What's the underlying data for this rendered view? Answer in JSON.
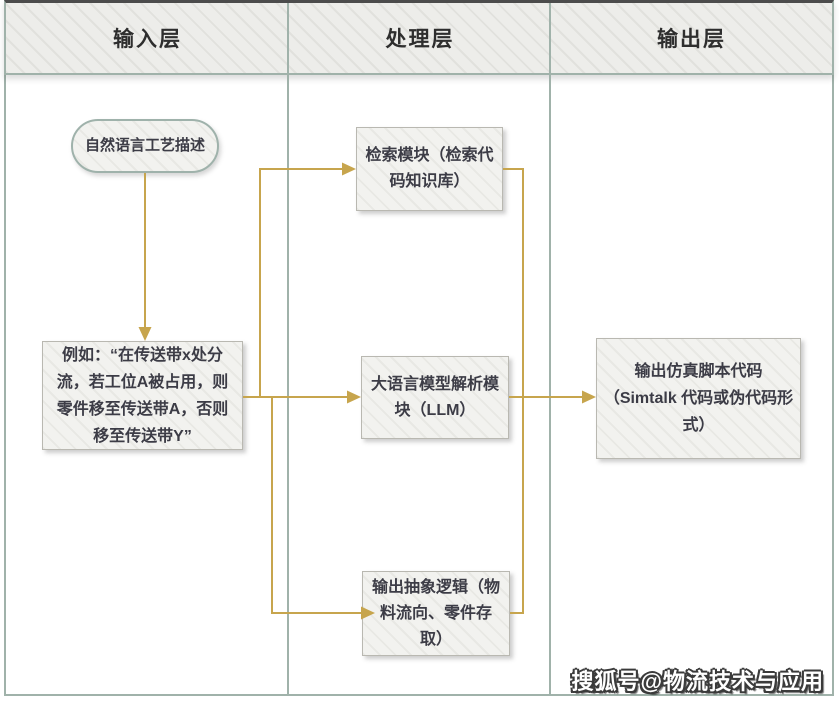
{
  "lanes": [
    {
      "label": "输入层"
    },
    {
      "label": "处理层"
    },
    {
      "label": "输出层"
    }
  ],
  "nodes": {
    "nl_input": {
      "shape": "rounded",
      "lane": "输入层",
      "lines": [
        "自然语言工艺描述"
      ]
    },
    "example": {
      "shape": "rect",
      "lane": "输入层",
      "lines": [
        "例如：“在传送带x处分",
        "流，若工位A被占用，则",
        "零件移至传送带A，否则",
        "移至传送带Y”"
      ]
    },
    "retrieval": {
      "shape": "rect",
      "lane": "处理层",
      "lines": [
        "检索模块（检索代",
        "码知识库）"
      ]
    },
    "llm": {
      "shape": "rect",
      "lane": "处理层",
      "lines": [
        "大语言模型解析模",
        "块（LLM）"
      ]
    },
    "abstract_logic": {
      "shape": "rect",
      "lane": "处理层",
      "lines": [
        "输出抽象逻辑（物",
        "料流向、零件存",
        "取）"
      ]
    },
    "sim_code": {
      "shape": "rect",
      "lane": "输出层",
      "lines": [
        "输出仿真脚本代码",
        "（Simtalk 代码或伪代码形",
        "式）"
      ]
    }
  },
  "watermark": {
    "text": "搜狐号@物流技术与应用"
  },
  "colors": {
    "arrow": "#c7a54d",
    "lane_border": "#a0b2aa",
    "header_top_border": "#4c4c4c",
    "header_bg": "#ededea",
    "node_fill": "#f2f2ef",
    "node_border": "#b9b8b1",
    "pill_border": "#9fb2ab",
    "text": "#3c3c46",
    "header_text": "#2e2e2e"
  }
}
